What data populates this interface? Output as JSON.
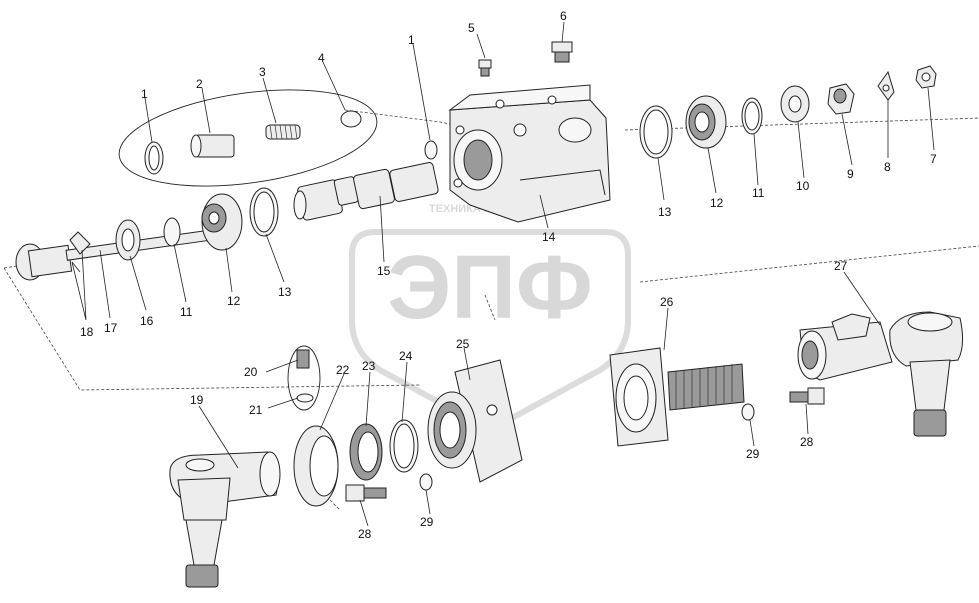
{
  "watermark": {
    "brand": "ЭПФ",
    "tagline": "ТЕХНИКА И ЗАПЧАСТИ"
  },
  "labels": {
    "p1a": "1",
    "p2": "2",
    "p3": "3",
    "p4": "4",
    "p1b": "1",
    "p5": "5",
    "p6": "6",
    "p13a": "13",
    "p12a": "12",
    "p11a": "11",
    "p10": "10",
    "p9": "9",
    "p8": "8",
    "p7": "7",
    "p14": "14",
    "p15": "15",
    "p18": "18",
    "p17": "17",
    "p16": "16",
    "p11b": "11",
    "p12b": "12",
    "p13b": "13",
    "p20": "20",
    "p21": "21",
    "p22": "22",
    "p23": "23",
    "p24": "24",
    "p25": "25",
    "p19": "19",
    "p28a": "28",
    "p29a": "29",
    "p26": "26",
    "p27": "27",
    "p28b": "28",
    "p29b": "29"
  },
  "colors": {
    "line": "#222222",
    "fill": "#ededed",
    "shade": "#9a9a9a",
    "watermark": "#d8d8d8"
  }
}
